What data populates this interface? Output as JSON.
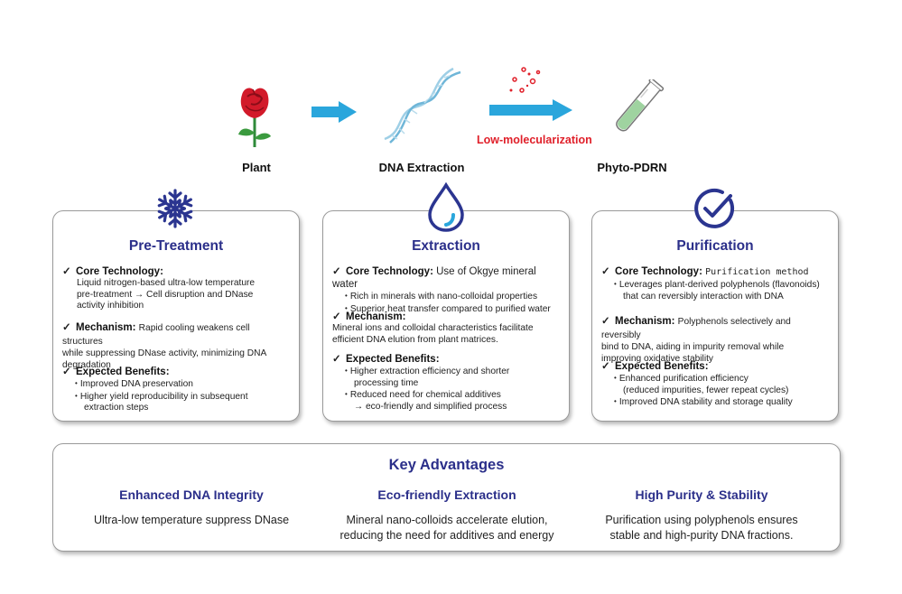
{
  "steps": {
    "plant": "Plant",
    "dna_extraction": "DNA Extraction",
    "phyto_pdrn": "Phyto-PDRN",
    "low_molecularization": "Low-molecularization"
  },
  "cards": [
    {
      "title": "Pre-Treatment",
      "core_label": "Core Technology:",
      "core_text": "",
      "core_lines": [
        "Liquid nitrogen-based ultra-low temperature",
        "pre-treatment → Cell disruption and DNase",
        "activity inhibition"
      ],
      "mech_label": "Mechanism:",
      "mech_inline": "Rapid cooling weakens cell structures",
      "mech_lines": [
        "while suppressing DNase activity, minimizing DNA",
        "degradation"
      ],
      "benefits_label": "Expected Benefits:",
      "benefits": [
        "Improved DNA preservation",
        "Higher yield reproducibility in subsequent"
      ],
      "benefits_cont": "extraction steps"
    },
    {
      "title": "Extraction",
      "core_label": "Core Technology:",
      "core_text": "Use of Okgye mineral water",
      "core_bullets": [
        "Rich in minerals with nano-colloidal properties",
        "Superior heat transfer compared to purified water"
      ],
      "mech_label": "Mechanism:",
      "mech_lines": [
        "Mineral ions and colloidal characteristics facilitate",
        "efficient DNA elution from plant matrices."
      ],
      "benefits_label": "Expected Benefits:",
      "benefit1": "Higher extraction efficiency and shorter",
      "benefit1_cont": "processing time",
      "benefit2": "Reduced need for chemical additives",
      "benefit2_cont": "→ eco-friendly and simplified process"
    },
    {
      "title": "Purification",
      "core_label": "Core Technology:",
      "core_text": "Purification method",
      "core_bullet": "Leverages plant-derived polyphenols (flavonoids)",
      "core_bullet_cont": "that can reversibly interaction with DNA",
      "mech_label": "Mechanism:",
      "mech_inline": "Polyphenols selectively and reversibly",
      "mech_lines": [
        "bind to DNA, aiding in impurity removal while",
        "improving oxidative stability"
      ],
      "benefits_label": "Expected Benefits:",
      "benefit1": "Enhanced purification efficiency",
      "benefit1_cont": "(reduced impurities, fewer repeat cycles)",
      "benefit2": "Improved DNA stability and storage quality"
    }
  ],
  "advantages": {
    "title": "Key Advantages",
    "items": [
      {
        "heading": "Enhanced DNA Integrity",
        "lines": [
          "Ultra-low temperature suppress DNase",
          ""
        ]
      },
      {
        "heading": "Eco-friendly Extraction",
        "lines": [
          "Mineral nano-colloids accelerate elution,",
          "reducing the need for additives and energy"
        ]
      },
      {
        "heading": "High Purity & Stability",
        "lines": [
          "Purification using polyphenols ensures",
          "stable and high-purity DNA fractions."
        ]
      }
    ]
  },
  "colors": {
    "title_navy": "#2b2f8a",
    "arrow_blue": "#2aa6dc",
    "red": "#e0202a",
    "icon_navy": "#2b3590"
  },
  "icons": [
    "rose-icon",
    "arrow-right-icon",
    "dna-helix-icon",
    "particles-icon",
    "test-tube-icon",
    "snowflake-icon",
    "water-drop-icon",
    "check-circle-icon"
  ]
}
